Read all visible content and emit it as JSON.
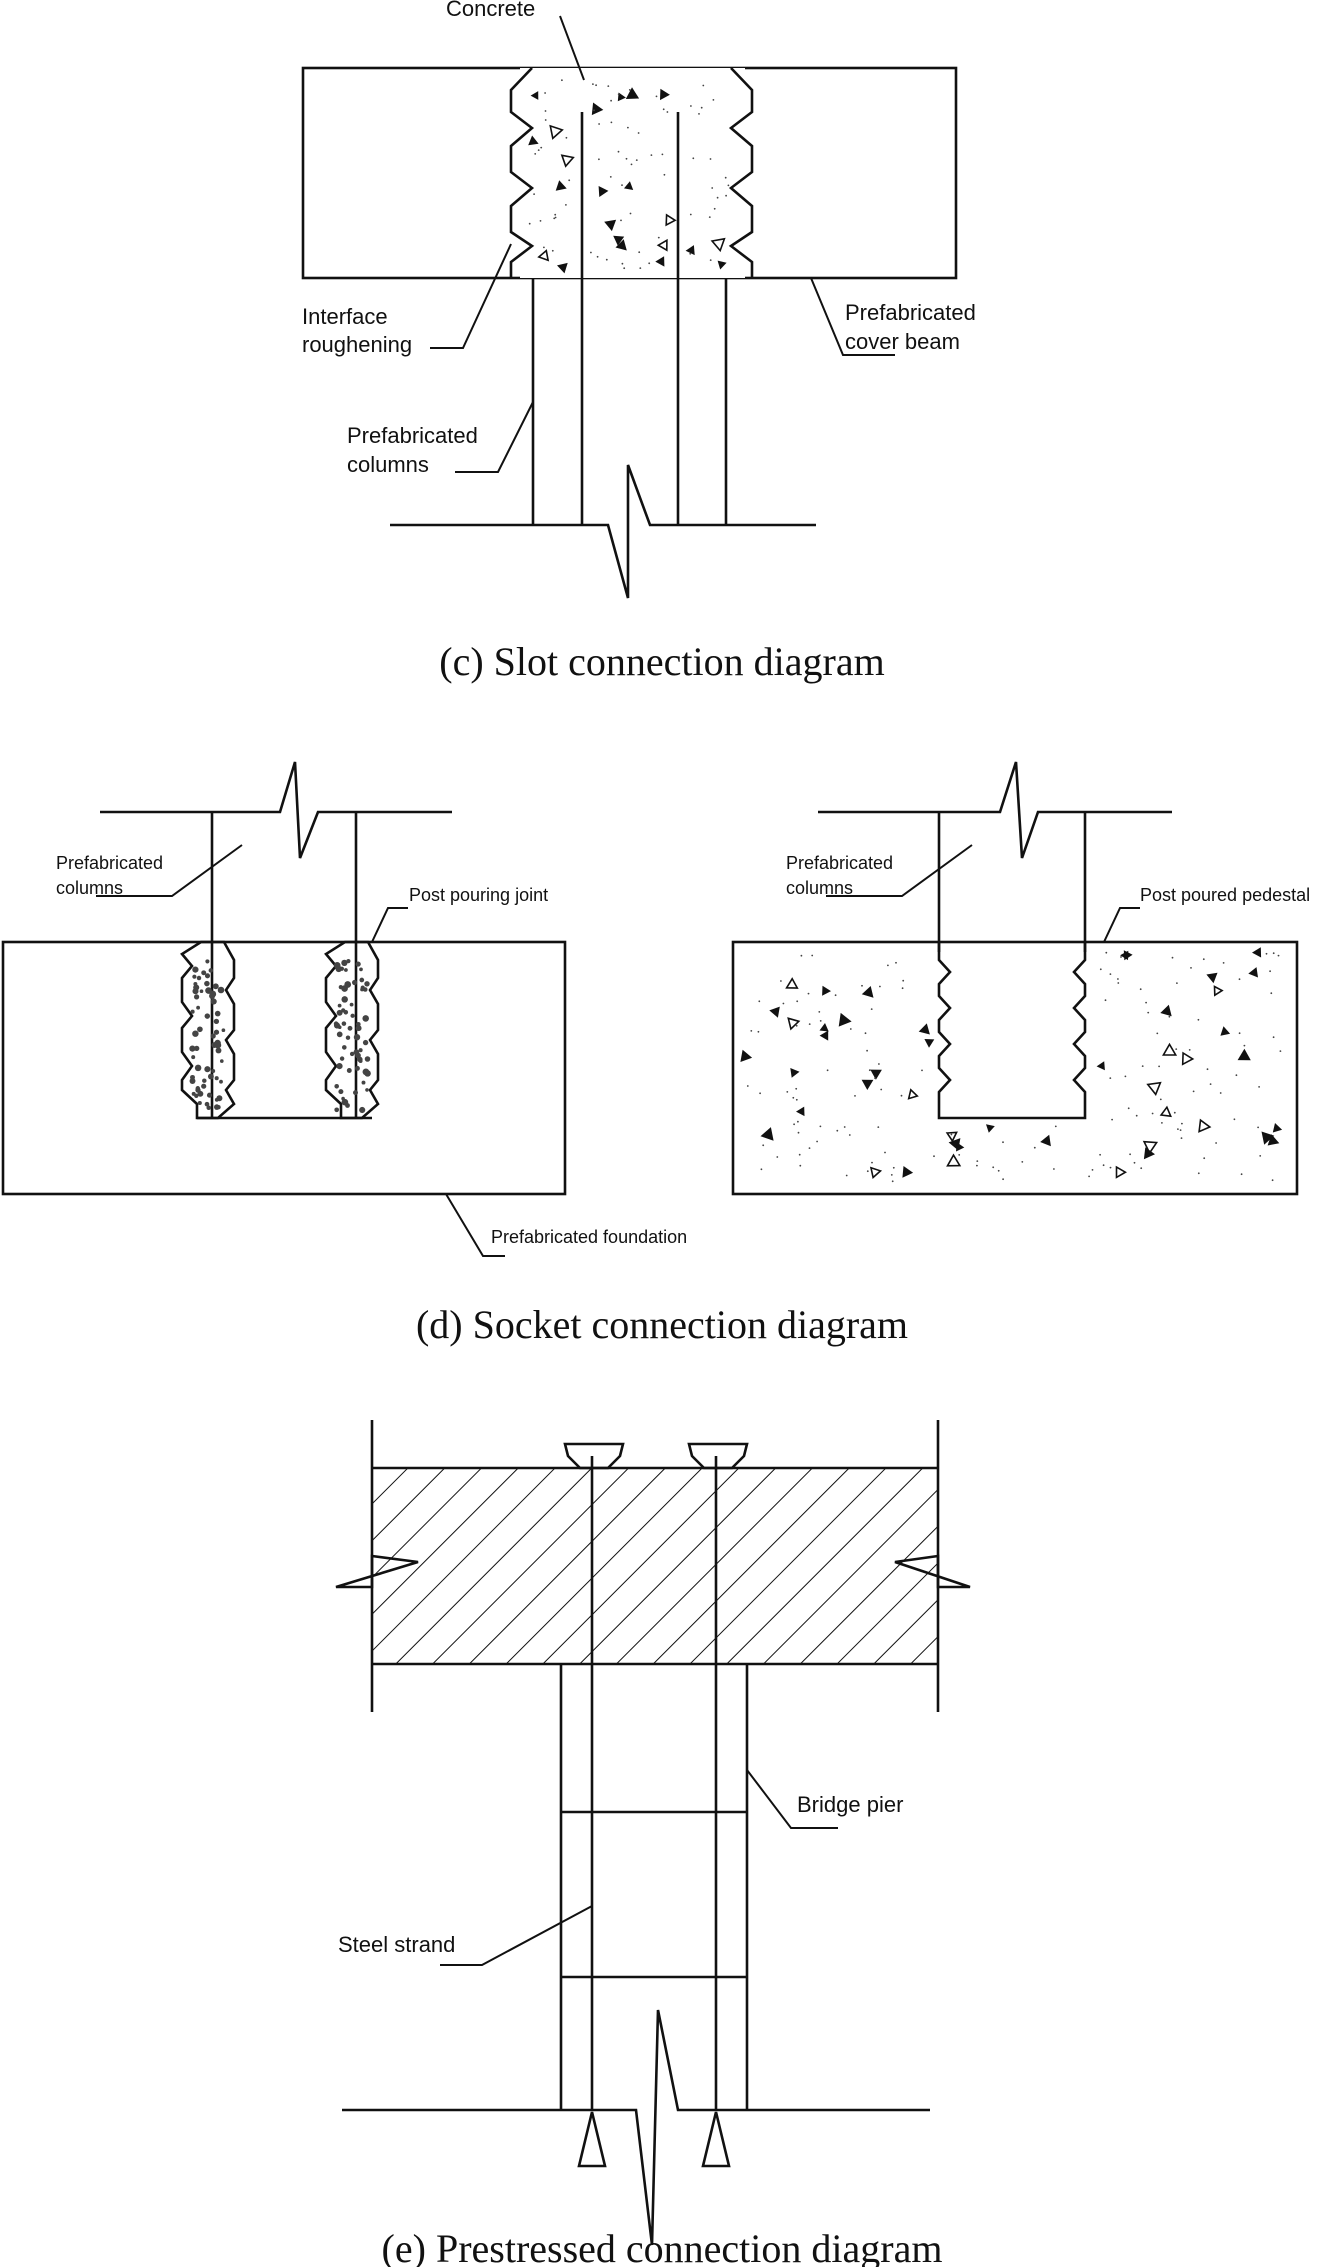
{
  "slot": {
    "caption": "(c) Slot connection diagram",
    "labels": {
      "concrete": "Concrete",
      "interface_line1": "Interface",
      "interface_line2": "roughening",
      "beam_line1": "Prefabricated",
      "beam_line2": "cover beam",
      "columns_line1": "Prefabricated",
      "columns_line2": "columns"
    }
  },
  "socket": {
    "caption": "(d) Socket connection diagram",
    "left": {
      "columns_line1": "Prefabricated",
      "columns_line2": "columns",
      "joint": "Post pouring joint",
      "foundation": "Prefabricated foundation"
    },
    "right": {
      "columns_line1": "Prefabricated",
      "columns_line2": "columns",
      "pedestal": "Post poured pedestal"
    }
  },
  "prestressed": {
    "caption": "(e) Prestressed connection diagram",
    "labels": {
      "pier": "Bridge pier",
      "strand": "Steel strand"
    }
  }
}
